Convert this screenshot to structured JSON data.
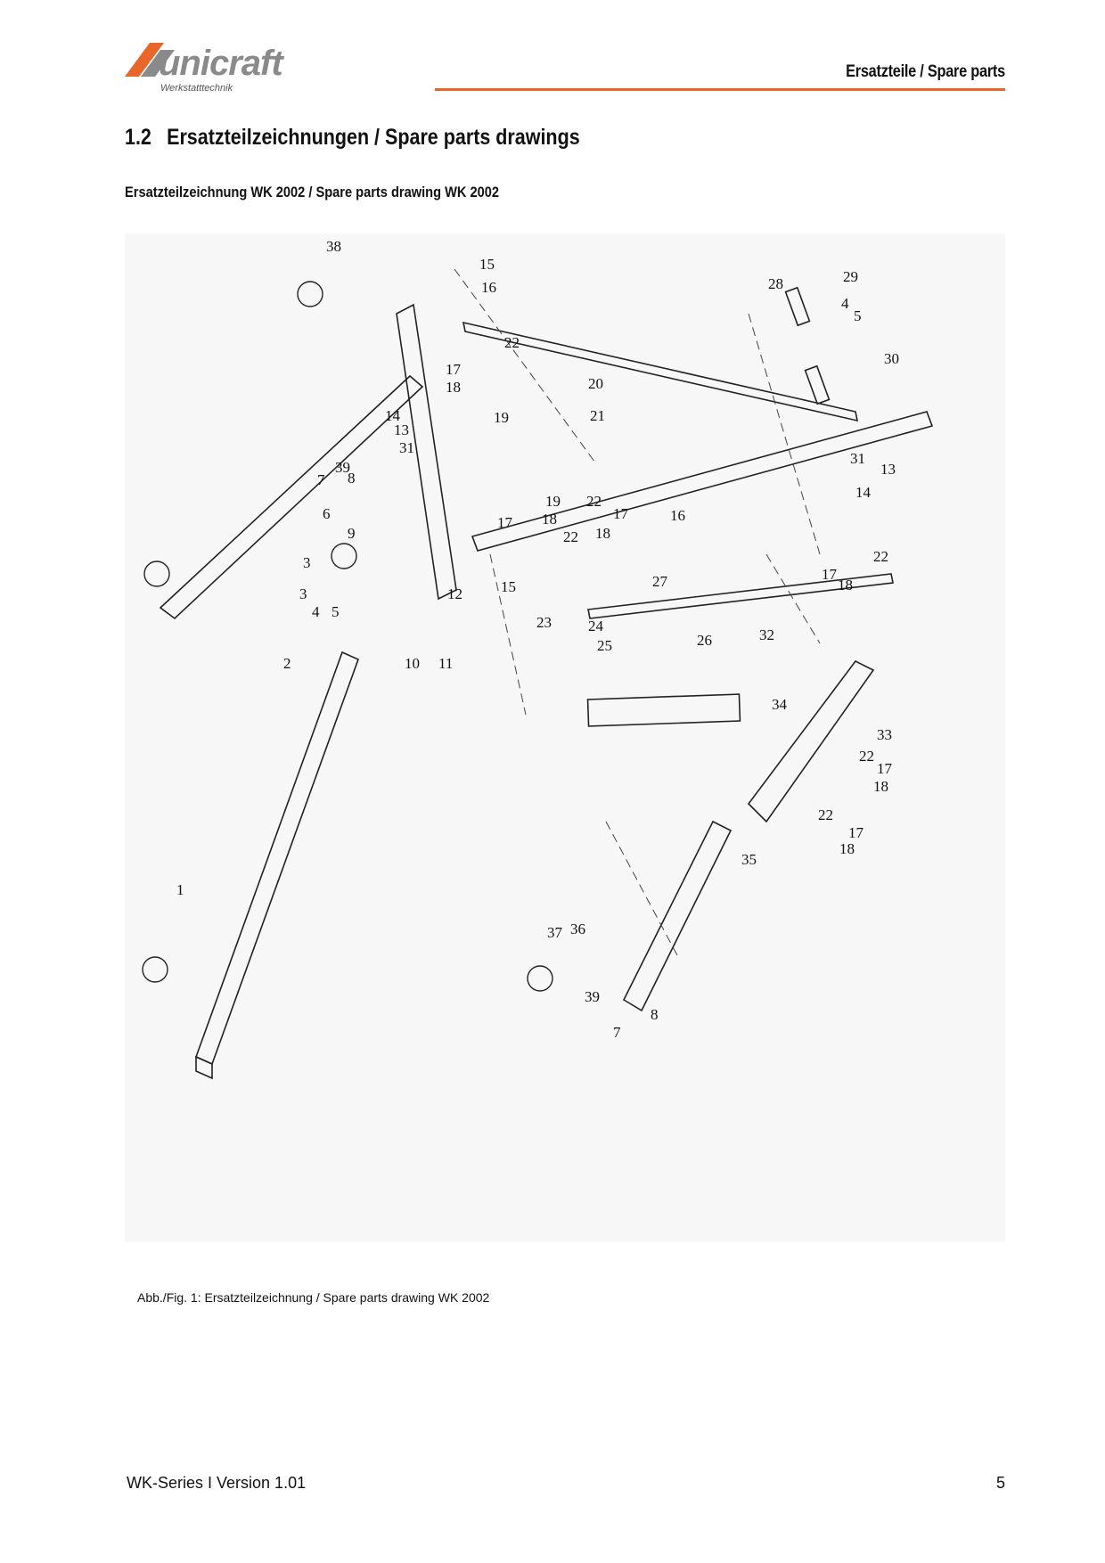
{
  "header": {
    "brand_name": "unicraft",
    "brand_tagline": "Werkstatttechnik",
    "section_label": "Ersatzteile / Spare parts",
    "accent_color": "#e8662a"
  },
  "section": {
    "number": "1.2",
    "title": "Ersatzteilzeichnungen / Spare parts drawings"
  },
  "drawing": {
    "title": "Ersatzteilzeichnung WK 2002 / Spare parts drawing WK 2002",
    "part_numbers": [
      "1",
      "2",
      "3",
      "3",
      "4",
      "4",
      "5",
      "5",
      "6",
      "7",
      "7",
      "8",
      "8",
      "9",
      "10",
      "11",
      "12",
      "13",
      "13",
      "14",
      "14",
      "15",
      "15",
      "16",
      "16",
      "17",
      "17",
      "17",
      "17",
      "17",
      "17",
      "18",
      "18",
      "18",
      "18",
      "18",
      "18",
      "19",
      "19",
      "20",
      "21",
      "22",
      "22",
      "22",
      "22",
      "22",
      "22",
      "23",
      "24",
      "25",
      "26",
      "27",
      "28",
      "29",
      "30",
      "31",
      "31",
      "32",
      "33",
      "34",
      "35",
      "36",
      "37",
      "38",
      "39",
      "39"
    ]
  },
  "caption": "Abb./Fig. 1: Ersatzteilzeichnung / Spare parts drawing WK 2002",
  "footer": {
    "document": "WK-Series I Version 1.01",
    "page_number": "5"
  }
}
